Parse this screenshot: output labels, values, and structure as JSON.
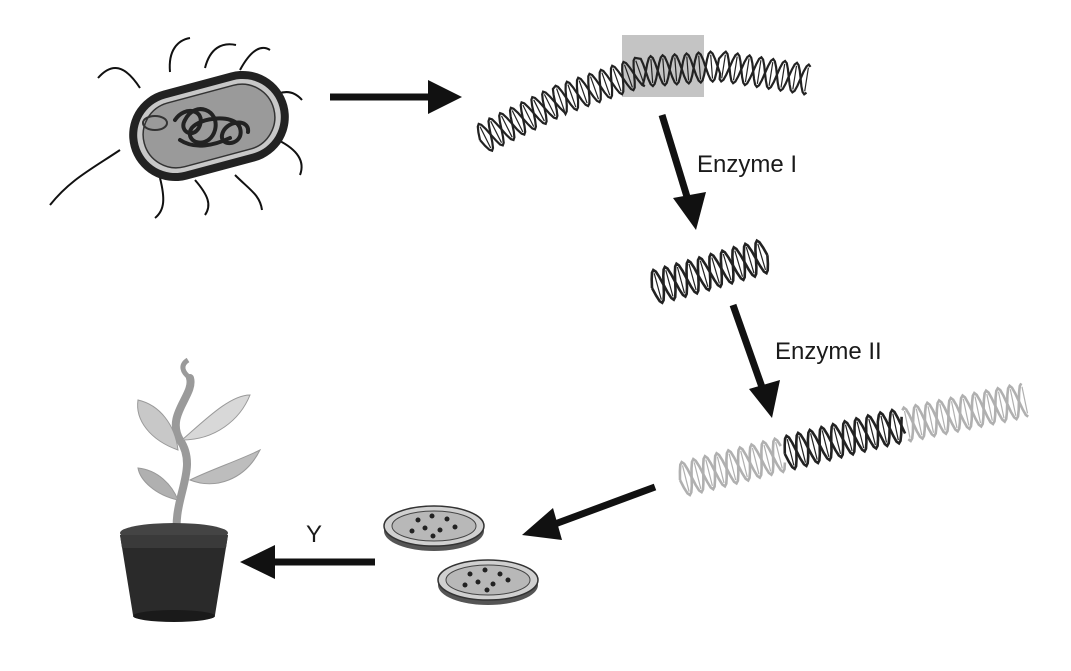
{
  "labels": {
    "enzyme_1": "Enzyme I",
    "enzyme_2": "Enzyme II",
    "step_y": "Y"
  },
  "colors": {
    "arrow": "#111111",
    "dna_dark": "#222222",
    "dna_light": "#b0b0b0",
    "highlight_box": "#c4c4c4",
    "bacterium_body": "#9a9a9a",
    "petri_dish": "#b8b8b8",
    "pot": "#2a2a2a",
    "leaf": "#c8c8c8"
  }
}
